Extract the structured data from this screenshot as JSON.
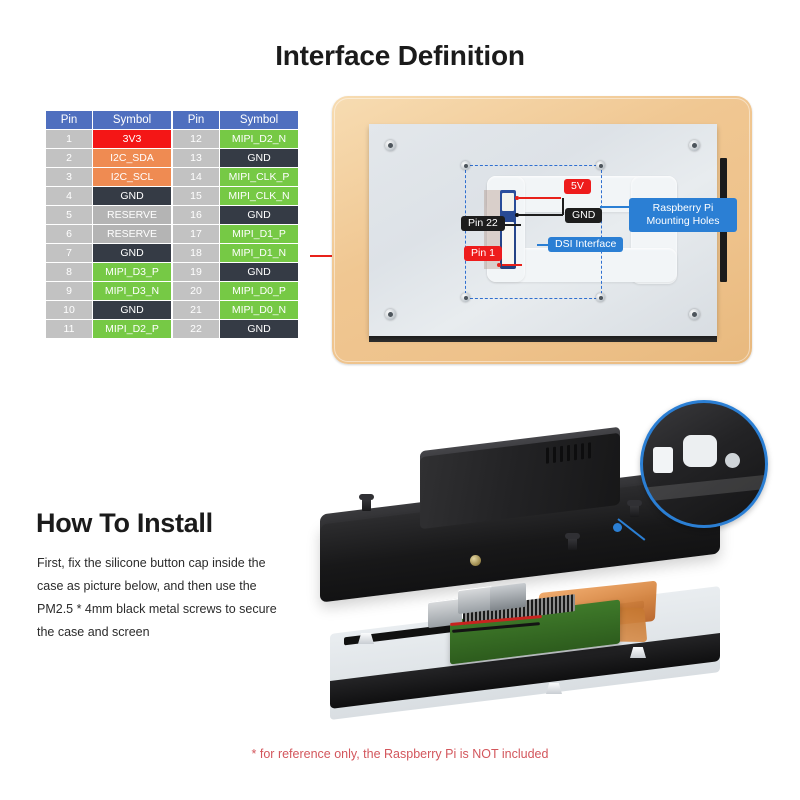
{
  "page": {
    "title": "Interface Definition"
  },
  "pin_tables": {
    "headers": {
      "pin": "Pin",
      "symbol": "Symbol"
    },
    "colors": {
      "header_blue": "#4f6fbf",
      "pin_gray": "#c2c2c2",
      "red": "#f41616",
      "orange": "#ef8b52",
      "dark": "#353b45",
      "gray": "#b4b4b4",
      "green": "#76c945"
    },
    "left": [
      {
        "pin": "1",
        "symbol": "3V3",
        "color": "red"
      },
      {
        "pin": "2",
        "symbol": "I2C_SDA",
        "color": "orange"
      },
      {
        "pin": "3",
        "symbol": "I2C_SCL",
        "color": "orange"
      },
      {
        "pin": "4",
        "symbol": "GND",
        "color": "dark"
      },
      {
        "pin": "5",
        "symbol": "RESERVE",
        "color": "gray"
      },
      {
        "pin": "6",
        "symbol": "RESERVE",
        "color": "gray"
      },
      {
        "pin": "7",
        "symbol": "GND",
        "color": "dark"
      },
      {
        "pin": "8",
        "symbol": "MIPI_D3_P",
        "color": "green"
      },
      {
        "pin": "9",
        "symbol": "MIPI_D3_N",
        "color": "green"
      },
      {
        "pin": "10",
        "symbol": "GND",
        "color": "dark"
      },
      {
        "pin": "11",
        "symbol": "MIPI_D2_P",
        "color": "green"
      }
    ],
    "right": [
      {
        "pin": "12",
        "symbol": "MIPI_D2_N",
        "color": "green"
      },
      {
        "pin": "13",
        "symbol": "GND",
        "color": "dark"
      },
      {
        "pin": "14",
        "symbol": "MIPI_CLK_P",
        "color": "green"
      },
      {
        "pin": "15",
        "symbol": "MIPI_CLK_N",
        "color": "green"
      },
      {
        "pin": "16",
        "symbol": "GND",
        "color": "dark"
      },
      {
        "pin": "17",
        "symbol": "MIPI_D1_P",
        "color": "green"
      },
      {
        "pin": "18",
        "symbol": "MIPI_D1_N",
        "color": "green"
      },
      {
        "pin": "19",
        "symbol": "GND",
        "color": "dark"
      },
      {
        "pin": "20",
        "symbol": "MIPI_D0_P",
        "color": "green"
      },
      {
        "pin": "21",
        "symbol": "MIPI_D0_N",
        "color": "green"
      },
      {
        "pin": "22",
        "symbol": "GND",
        "color": "dark"
      }
    ]
  },
  "top_photo": {
    "callouts": {
      "v5": "5V",
      "gnd": "GND",
      "pin22": "Pin 22",
      "pin1": "Pin 1",
      "dsi": "DSI Interface",
      "mounting_holes": "Raspberry Pi\nMounting Holes",
      "mounting_holes_line1": "Raspberry Pi",
      "mounting_holes_line2": "Mounting Holes"
    },
    "colors": {
      "red": "#ee1c1c",
      "black": "#1d1d1d",
      "blue": "#2b7fd4",
      "frame": "#f0c792"
    }
  },
  "howto": {
    "heading": "How To Install",
    "body": "First, fix the silicone button cap inside the case as picture below, and then use the PM2.5 * 4mm black metal screws to secure the case and screen"
  },
  "footnote": {
    "text": "* for reference only, the Raspberry Pi is NOT included",
    "color": "#d3565c"
  }
}
